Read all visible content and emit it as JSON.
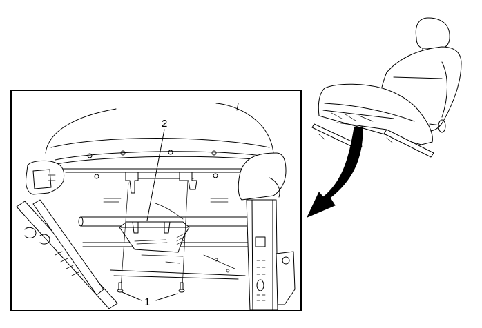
{
  "figure": {
    "description": "Seat module removal: detail view of seat underside with module and fasteners; inset seat overview with arrow pointing to detail",
    "callouts": [
      {
        "id": "1",
        "label": "1",
        "target": "fasteners (2 push-pin retainers)"
      },
      {
        "id": "2",
        "label": "2",
        "target": "seat module"
      }
    ],
    "colors": {
      "line": "#000000",
      "background": "#ffffff",
      "frame": "#000000"
    }
  }
}
